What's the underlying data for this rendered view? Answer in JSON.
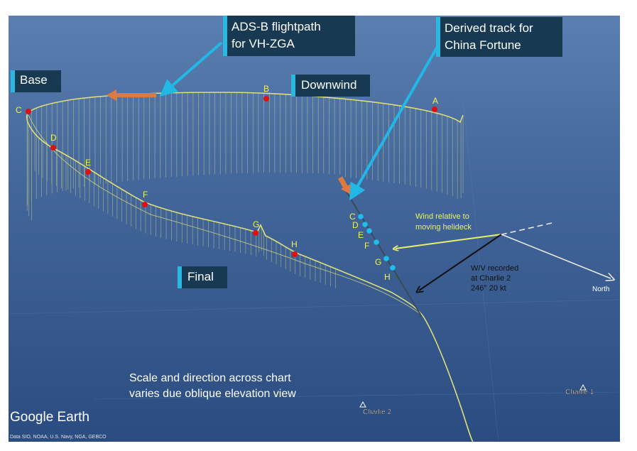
{
  "callouts": {
    "adsb_line1": "ADS-B flightpath",
    "adsb_line2": "for VH-ZGA",
    "derived_line1": "Derived track for",
    "derived_line2": "China Fortune",
    "base": "Base",
    "downwind": "Downwind",
    "final": "Final"
  },
  "points": {
    "A": "A",
    "B": "B",
    "C": "C",
    "D": "D",
    "E": "E",
    "F": "F",
    "G": "G",
    "H": "H"
  },
  "annotations": {
    "wind_rel_line1": "Wind relative to",
    "wind_rel_line2": "moving helideck",
    "wv_line1": "W/V recorded",
    "wv_line2": "at Charlie 2",
    "wv_line3": "246° 20 kt",
    "north": "North",
    "scale_line1": "Scale and direction across chart",
    "scale_line2": "varies due oblique elevation view"
  },
  "places": {
    "charlie1": "Charlie 1",
    "charlie2": "Charlie 2"
  },
  "branding": {
    "logo": "Google Earth",
    "attribution": "Data SIO, NOAA, U.S. Navy, NGA, GEBCO"
  },
  "colors": {
    "sea_dark": "#2c4f82",
    "sea_light": "#4f74a6",
    "flightpath": "#dede7a",
    "marker_red": "#e01010",
    "marker_cyan": "#1cc0ee",
    "label_yellow": "#f4f43a",
    "callout_bg": "#173a52",
    "callout_accent": "#2ab7e0",
    "arrow_orange": "#e0793f"
  }
}
